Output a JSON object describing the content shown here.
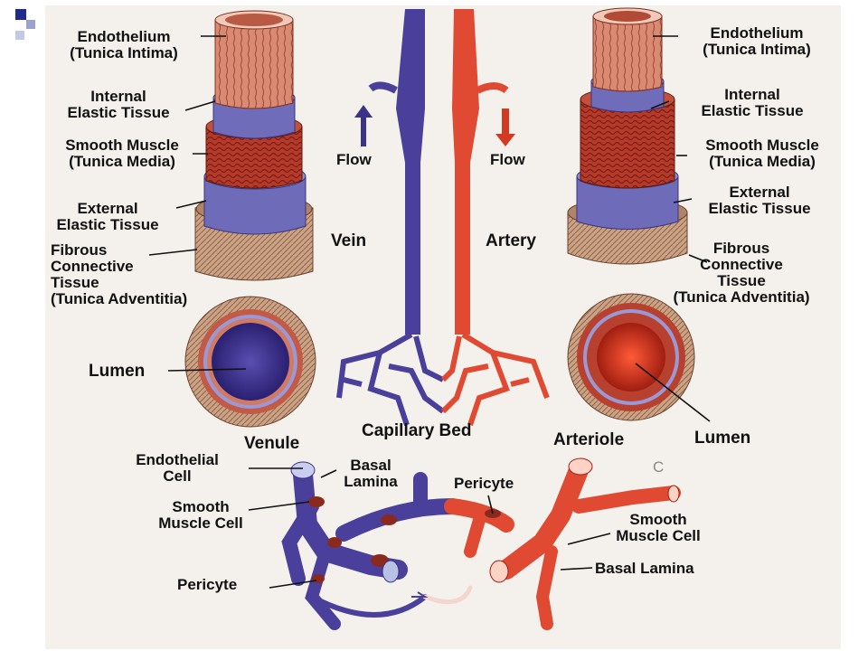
{
  "colors": {
    "vein": "#4a3f9a",
    "artery": "#e04a32",
    "bullet_dark": "#1f2a8a",
    "bullet_light": "#9aa3cf",
    "background": "#f4f1ec"
  },
  "icons": {
    "bullet": "square-bullet-icon",
    "flow_up": "arrow-up-icon",
    "flow_down": "arrow-down-icon"
  },
  "left_vessel": {
    "endothelium": "Endothelium",
    "endothelium_sub": "(Tunica Intima)",
    "internal_elastic_1": "Internal",
    "internal_elastic_2": "Elastic Tissue",
    "smooth_muscle": "Smooth Muscle",
    "smooth_muscle_sub": "(Tunica Media)",
    "external_elastic_1": "External",
    "external_elastic_2": "Elastic Tissue",
    "fibrous_1": "Fibrous",
    "fibrous_2": "Connective",
    "fibrous_3": "Tissue",
    "fibrous_4": "(Tunica Adventitia)",
    "lumen": "Lumen"
  },
  "right_vessel": {
    "endothelium": "Endothelium",
    "endothelium_sub": "(Tunica Intima)",
    "internal_elastic_1": "Internal",
    "internal_elastic_2": "Elastic Tissue",
    "smooth_muscle": "Smooth Muscle",
    "smooth_muscle_sub": "(Tunica Media)",
    "external_elastic_1": "External",
    "external_elastic_2": "Elastic Tissue",
    "fibrous_1": "Fibrous",
    "fibrous_2": "Connective",
    "fibrous_3": "Tissue",
    "fibrous_4": "(Tunica Adventitia)",
    "lumen": "Lumen"
  },
  "center": {
    "flow_left": "Flow",
    "flow_right": "Flow",
    "vein": "Vein",
    "artery": "Artery",
    "capillary_bed": "Capillary Bed"
  },
  "bottom": {
    "venule": "Venule",
    "endothelial_1": "Endothelial",
    "endothelial_2": "Cell",
    "basal_1": "Basal",
    "basal_2": "Lamina",
    "smooth_left_1": "Smooth",
    "smooth_left_2": "Muscle Cell",
    "pericyte_left": "Pericyte",
    "pericyte_center": "Pericyte",
    "arteriole": "Arteriole",
    "smooth_right_1": "Smooth",
    "smooth_right_2": "Muscle Cell",
    "basal_lamina_right": "Basal Lamina",
    "copyright": "C"
  }
}
